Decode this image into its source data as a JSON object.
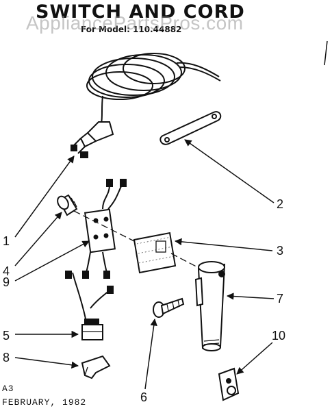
{
  "header": {
    "title": "SWITCH AND CORD",
    "model_label": "For Model: 110.44882",
    "watermark": "AppliancePartsPros.com"
  },
  "callouts": [
    {
      "id": "c1",
      "label": "1"
    },
    {
      "id": "c2",
      "label": "2"
    },
    {
      "id": "c3",
      "label": "3"
    },
    {
      "id": "c4",
      "label": "4"
    },
    {
      "id": "c5",
      "label": "5"
    },
    {
      "id": "c6",
      "label": "6"
    },
    {
      "id": "c7",
      "label": "7"
    },
    {
      "id": "c8",
      "label": "8"
    },
    {
      "id": "c9",
      "label": "9"
    },
    {
      "id": "c10",
      "label": "10"
    }
  ],
  "footer": {
    "code": "A3",
    "date": "FEBRUARY, 1982"
  }
}
